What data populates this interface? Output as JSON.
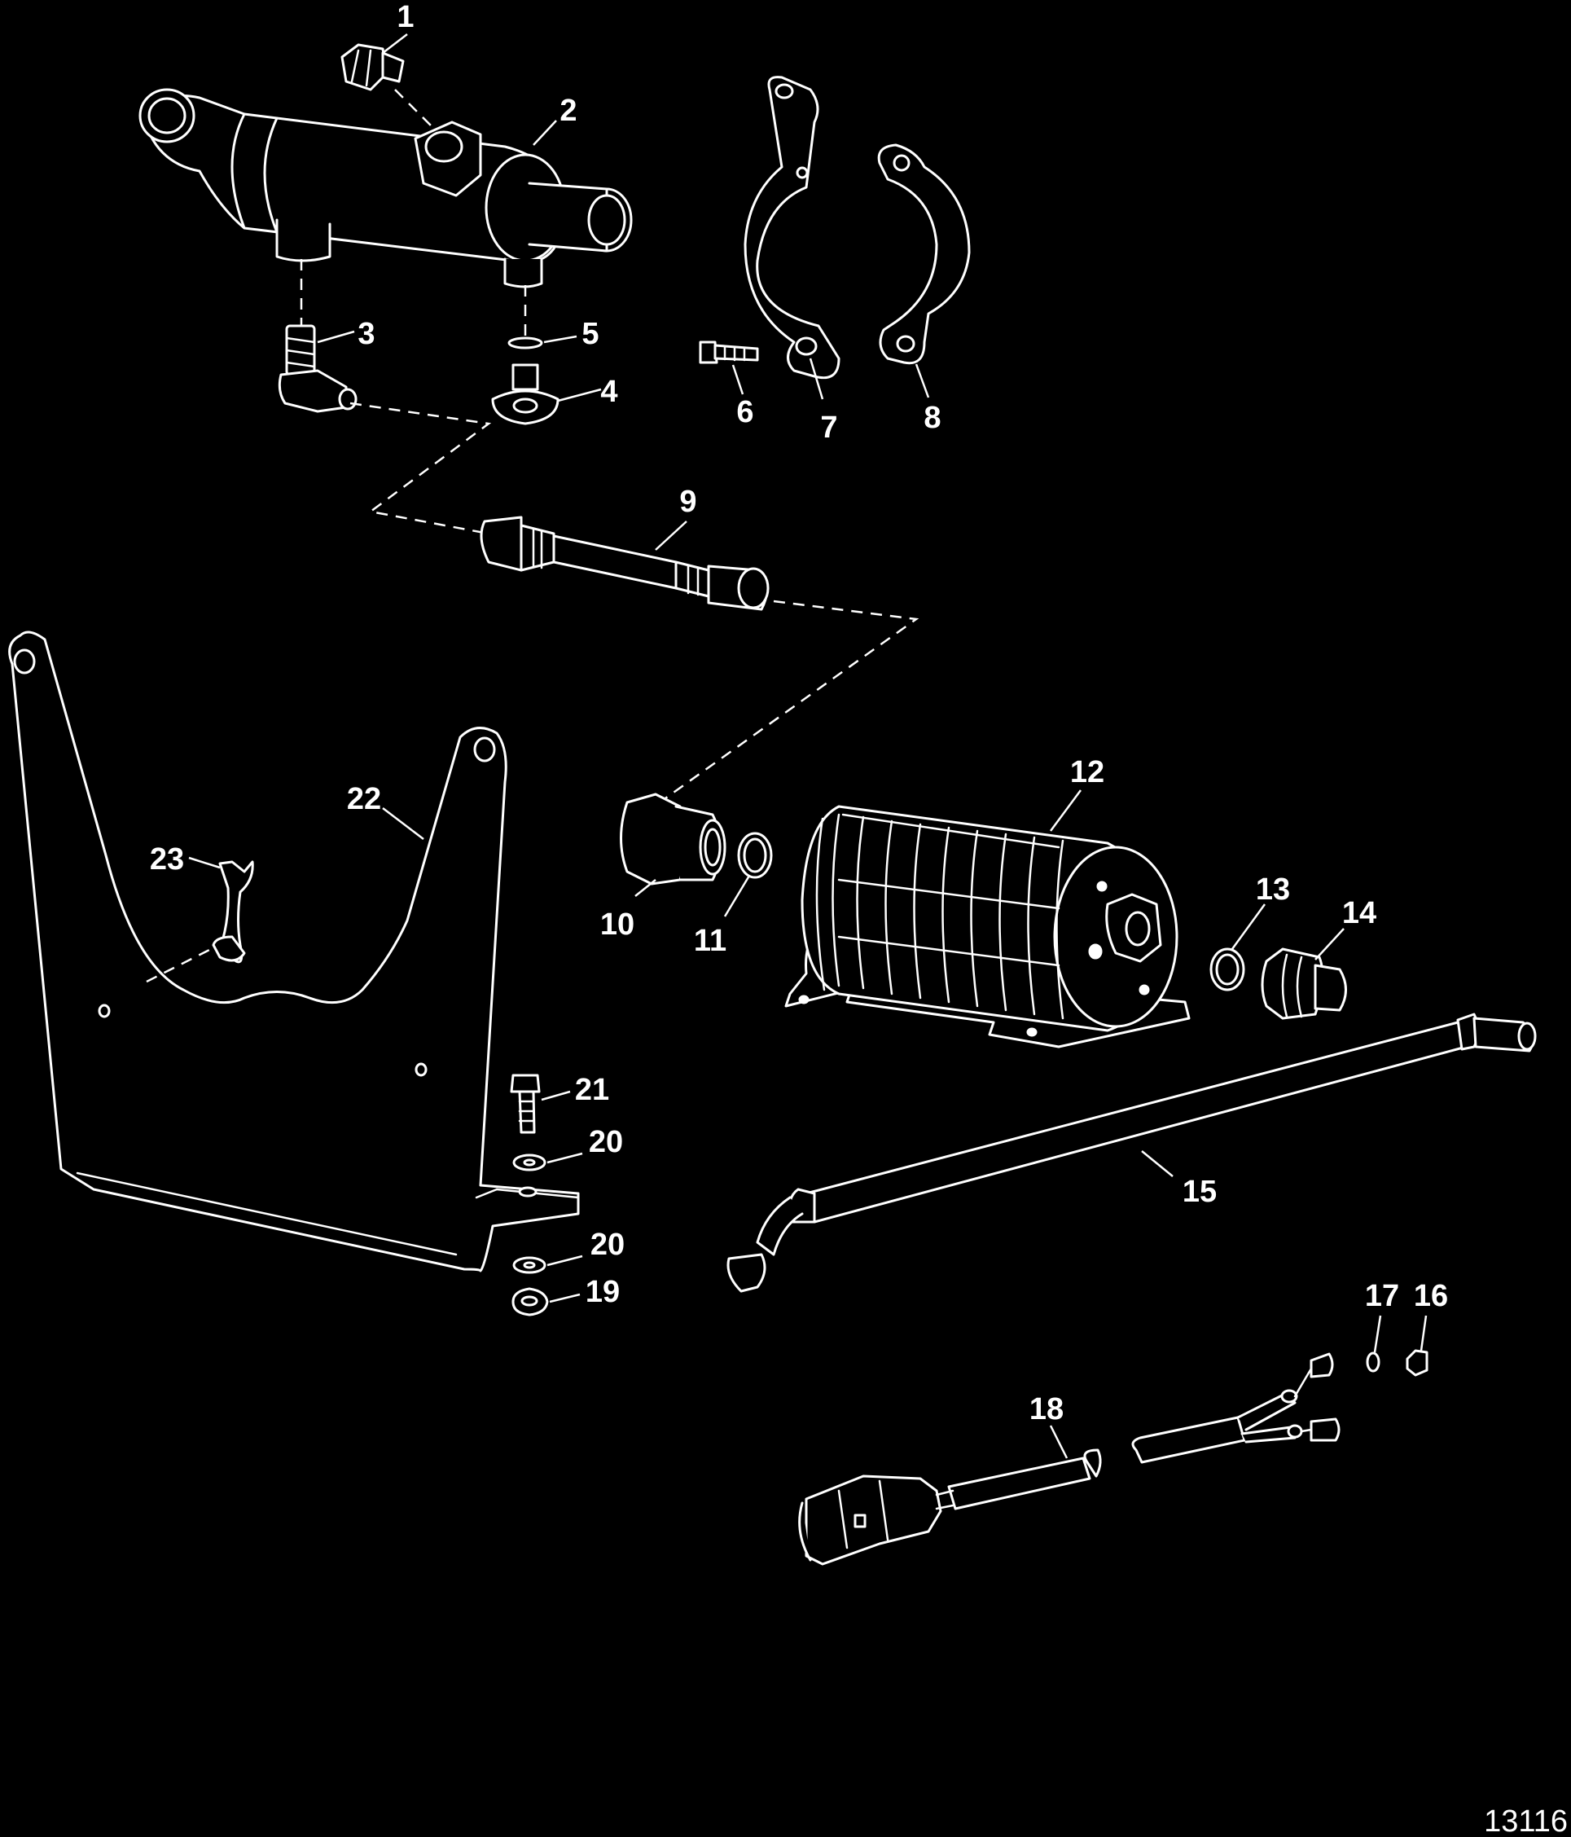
{
  "callouts": [
    {
      "id": "1",
      "label": "1"
    },
    {
      "id": "2",
      "label": "2"
    },
    {
      "id": "3",
      "label": "3"
    },
    {
      "id": "4",
      "label": "4"
    },
    {
      "id": "5",
      "label": "5"
    },
    {
      "id": "6",
      "label": "6"
    },
    {
      "id": "7",
      "label": "7"
    },
    {
      "id": "8",
      "label": "8"
    },
    {
      "id": "9",
      "label": "9"
    },
    {
      "id": "10",
      "label": "10"
    },
    {
      "id": "11",
      "label": "11"
    },
    {
      "id": "12",
      "label": "12"
    },
    {
      "id": "13",
      "label": "13"
    },
    {
      "id": "14",
      "label": "14"
    },
    {
      "id": "15",
      "label": "15"
    },
    {
      "id": "16",
      "label": "16"
    },
    {
      "id": "17",
      "label": "17"
    },
    {
      "id": "18",
      "label": "18"
    },
    {
      "id": "19",
      "label": "19"
    },
    {
      "id": "20a",
      "label": "20"
    },
    {
      "id": "20b",
      "label": "20"
    },
    {
      "id": "21",
      "label": "21"
    },
    {
      "id": "22",
      "label": "22"
    },
    {
      "id": "23",
      "label": "23"
    }
  ],
  "figure_id": "13116",
  "colors": {
    "background": "#000000",
    "line": "#ffffff"
  }
}
